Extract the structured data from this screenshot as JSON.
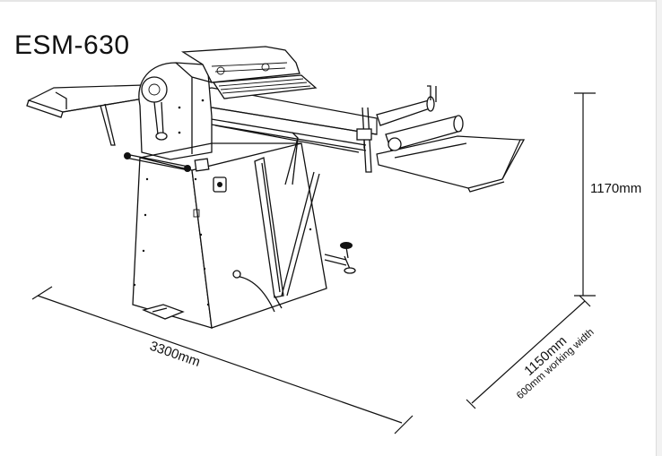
{
  "diagram": {
    "model": "ESM-630",
    "dimensions": {
      "length": "3300mm",
      "height": "1170mm",
      "depth": "1150mm",
      "working_width": "600mm working width"
    }
  }
}
